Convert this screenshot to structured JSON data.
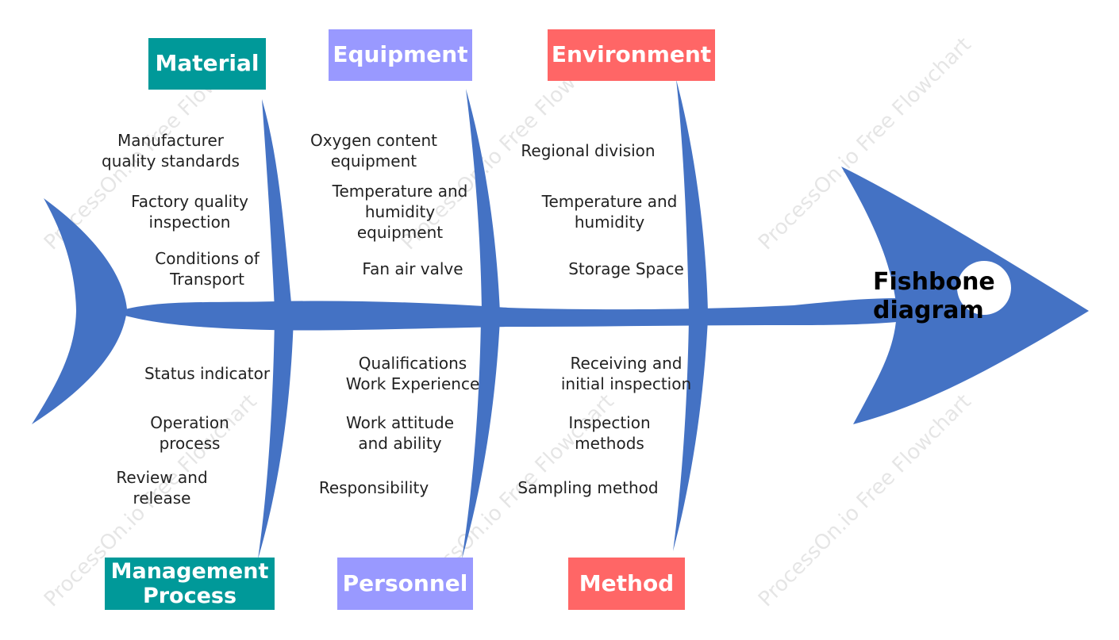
{
  "colors": {
    "fish": "#4472c4",
    "eye": "#ffffff",
    "material": "#009999",
    "management": "#009999",
    "equipment": "#9999ff",
    "personnel": "#9999ff",
    "environment": "#ff6666",
    "method": "#ff6666"
  },
  "head": {
    "label": "Fishbone\ndiagram"
  },
  "watermark": "ProcessOn.io Free Flowchart",
  "categories": {
    "material": "Material",
    "equipment": "Equipment",
    "environment": "Environment",
    "management": "Management\nProcess",
    "personnel": "Personnel",
    "method": "Method"
  },
  "causes": {
    "material": [
      "Manufacturer\nquality standards",
      "Factory quality\ninspection",
      "Conditions of\nTransport"
    ],
    "equipment": [
      "Oxygen content\nequipment",
      "Temperature and\nhumidity\nequipment",
      "Fan air valve"
    ],
    "environment": [
      "Regional division",
      "Temperature and\nhumidity",
      "Storage Space"
    ],
    "management": [
      "Status indicator",
      "Operation\nprocess",
      "Review and\nrelease"
    ],
    "personnel": [
      "Qualifications\nWork Experience",
      "Work attitude\nand ability",
      "Responsibility"
    ],
    "method": [
      "Receiving and\ninitial inspection",
      "Inspection\nmethods",
      "Sampling method"
    ]
  }
}
